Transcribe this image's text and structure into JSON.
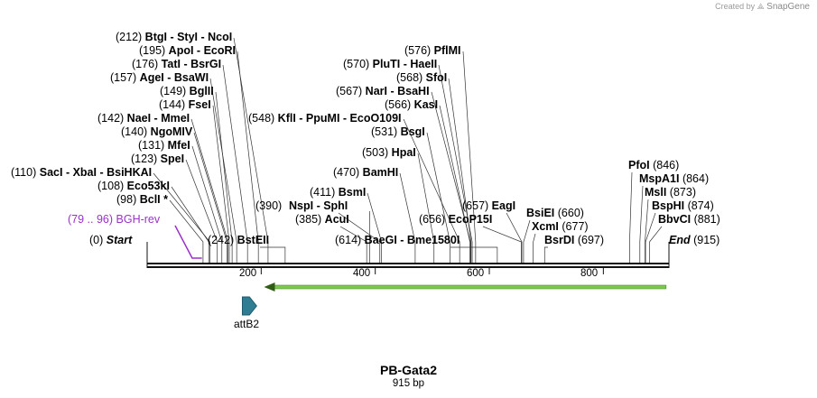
{
  "credit": {
    "prefix": "Created by",
    "brand": "SnapGene"
  },
  "map": {
    "name": "PB-Gata2",
    "length_label": "915 bp",
    "length": 915,
    "ticks": [
      "200",
      "400",
      "600",
      "800"
    ],
    "tick_values": [
      200,
      400,
      600,
      800
    ],
    "colors": {
      "feature": "#2e7d93",
      "primer": "#9b30c8",
      "primer_arrow": "#7ec850",
      "backbone": "#111111"
    }
  },
  "features": [
    {
      "label": "attB2",
      "start": 167,
      "end": 192,
      "direction": "forward"
    }
  ],
  "primers": [
    {
      "range": "(79 .. 96)",
      "label": "BGH-rev",
      "start": 79,
      "end": 96
    },
    {
      "label": "",
      "start": 205,
      "end": 910,
      "direction": "reverse"
    }
  ],
  "enzymes": [
    {
      "pos": "(212)",
      "names": [
        "BtgI",
        "StyI",
        "NcoI"
      ],
      "cut": [
        212
      ]
    },
    {
      "pos": "(195)",
      "names": [
        "ApoI",
        "EcoRI"
      ],
      "cut": [
        195
      ]
    },
    {
      "pos": "(176)",
      "names": [
        "TatI",
        "BsrGI"
      ],
      "cut": [
        176
      ]
    },
    {
      "pos": "(157)",
      "names": [
        "AgeI",
        "BsaWI"
      ],
      "cut": [
        157
      ]
    },
    {
      "pos": "(149)",
      "names": [
        "BglII"
      ],
      "cut": [
        149
      ]
    },
    {
      "pos": "(144)",
      "names": [
        "FseI"
      ],
      "cut": [
        144
      ]
    },
    {
      "pos": "(142)",
      "names": [
        "NaeI",
        "MmeI"
      ],
      "cut": [
        142
      ]
    },
    {
      "pos": "(140)",
      "names": [
        "NgoMIV"
      ],
      "cut": [
        140
      ]
    },
    {
      "pos": "(131)",
      "names": [
        "MfeI"
      ],
      "cut": [
        131
      ]
    },
    {
      "pos": "(123)",
      "names": [
        "SpeI"
      ],
      "cut": [
        123
      ]
    },
    {
      "pos": "(110)",
      "names": [
        "SacI",
        "XbaI",
        "BsiHKAI"
      ],
      "cut": [
        110
      ]
    },
    {
      "pos": "(108)",
      "names": [
        "Eco53kI"
      ],
      "cut": [
        108
      ]
    },
    {
      "pos": "(98)",
      "names": [
        "BclI *"
      ],
      "cut": [
        98
      ]
    },
    {
      "pos": "(0)",
      "names": [
        "Start"
      ],
      "cut": [
        0
      ],
      "italic": true
    },
    {
      "pos": "(242)",
      "names": [
        "BstEII"
      ],
      "cut": [
        242
      ]
    },
    {
      "pos": "(390)",
      "names": [
        ""
      ],
      "cut": [
        390
      ]
    },
    {
      "pos": "(548)",
      "names": [
        "KflI",
        "PpuMI",
        "EcoO109I"
      ],
      "cut": [
        548
      ]
    },
    {
      "pos": "(411)",
      "names": [
        "BsmI"
      ],
      "cut": [
        411
      ]
    },
    {
      "pos": "",
      "names": [
        "NspI",
        "SphI"
      ],
      "cut": [
        408
      ]
    },
    {
      "pos": "(385)",
      "names": [
        "AcuI"
      ],
      "cut": [
        385
      ]
    },
    {
      "pos": "(614)",
      "names": [
        "BaeGI",
        "Bme1580I"
      ],
      "cut": [
        614
      ]
    },
    {
      "pos": "(470)",
      "names": [
        "BamHI"
      ],
      "cut": [
        470
      ]
    },
    {
      "pos": "(503)",
      "names": [
        "HpaI"
      ],
      "cut": [
        503
      ]
    },
    {
      "pos": "(531)",
      "names": [
        "BsgI"
      ],
      "cut": [
        531
      ]
    },
    {
      "pos": "(566)",
      "names": [
        "KasI"
      ],
      "cut": [
        566
      ]
    },
    {
      "pos": "(567)",
      "names": [
        "NarI",
        "BsaHI"
      ],
      "cut": [
        567
      ]
    },
    {
      "pos": "(568)",
      "names": [
        "SfoI"
      ],
      "cut": [
        568
      ]
    },
    {
      "pos": "(570)",
      "names": [
        "PluTI",
        "HaeII"
      ],
      "cut": [
        570
      ]
    },
    {
      "pos": "(576)",
      "names": [
        "PflMI"
      ],
      "cut": [
        576
      ]
    },
    {
      "pos": "(657)",
      "names": [
        "EagI"
      ],
      "cut": [
        657
      ]
    },
    {
      "pos": "(656)",
      "names": [
        "EcoP15I"
      ],
      "cut": [
        656
      ]
    },
    {
      "pos": "(660)",
      "names": [
        "BsiEI"
      ],
      "cut": [
        660
      ],
      "name_first": true
    },
    {
      "pos": "(677)",
      "names": [
        "XcmI"
      ],
      "cut": [
        677
      ],
      "name_first": true
    },
    {
      "pos": "(697)",
      "names": [
        "BsrDI"
      ],
      "cut": [
        697
      ],
      "name_first": true
    },
    {
      "pos": "(846)",
      "names": [
        "PfoI"
      ],
      "cut": [
        846
      ],
      "name_first": true
    },
    {
      "pos": "(864)",
      "names": [
        "MspA1I"
      ],
      "cut": [
        864
      ],
      "name_first": true
    },
    {
      "pos": "(873)",
      "names": [
        "MslI"
      ],
      "cut": [
        873
      ],
      "name_first": true
    },
    {
      "pos": "(874)",
      "names": [
        "BspHI"
      ],
      "cut": [
        874
      ],
      "name_first": true
    },
    {
      "pos": "(881)",
      "names": [
        "BbvCI"
      ],
      "cut": [
        881
      ],
      "name_first": true
    },
    {
      "pos": "(915)",
      "names": [
        "End"
      ],
      "cut": [
        915
      ],
      "name_first": true,
      "italic": true
    }
  ]
}
